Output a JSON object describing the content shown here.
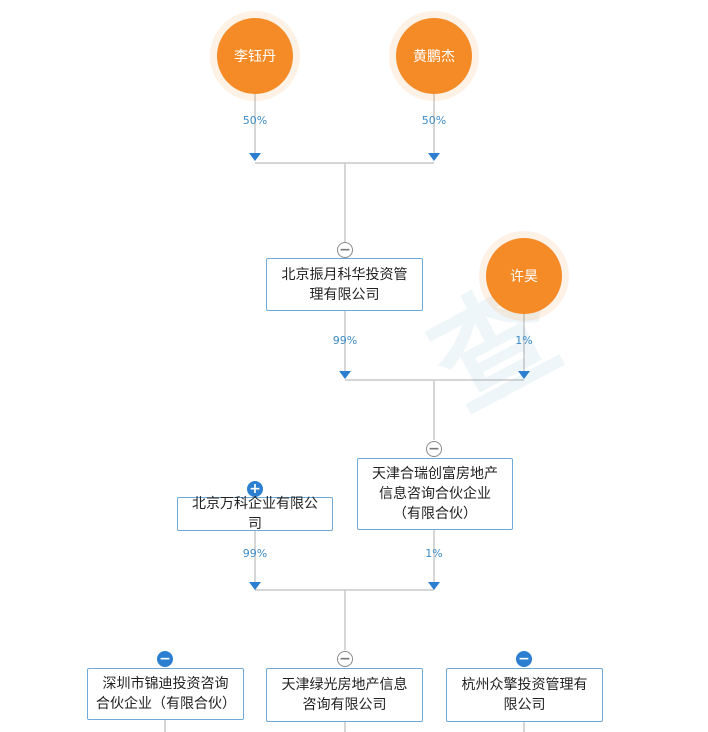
{
  "people": {
    "li_yudan": "李钰丹",
    "huang_pengjie": "黄鹏杰",
    "xu_hao": "许昊"
  },
  "companies": {
    "beijing_zhenyue": "北京振月科华投资管理有限公司",
    "tianjin_herui": "天津合瑞创富房地产信息咨询合伙企业（有限合伙）",
    "beijing_vanke": "北京万科企业有限公司",
    "shenzhen_jindi": "深圳市锦迪投资咨询合伙企业（有限合伙）",
    "tianjin_lvguang": "天津绿光房地产信息咨询有限公司",
    "hangzhou_zhongqing": "杭州众擎投资管理有限公司"
  },
  "shares": {
    "li_yudan_to_zhenyue": "50%",
    "huang_pengjie_to_zhenyue": "50%",
    "zhenyue_to_herui": "99%",
    "xu_hao_to_herui": "1%",
    "vanke_to_lvguang": "99%",
    "herui_to_lvguang": "1%"
  },
  "toggles": {
    "collapse": "−",
    "expand": "+"
  },
  "colors": {
    "person_fill": "#f48b27",
    "box_border": "#6fa9d8",
    "percent_text": "#3d8bc7",
    "connector": "#c9c9c9",
    "arrow": "#2c7fd0"
  }
}
